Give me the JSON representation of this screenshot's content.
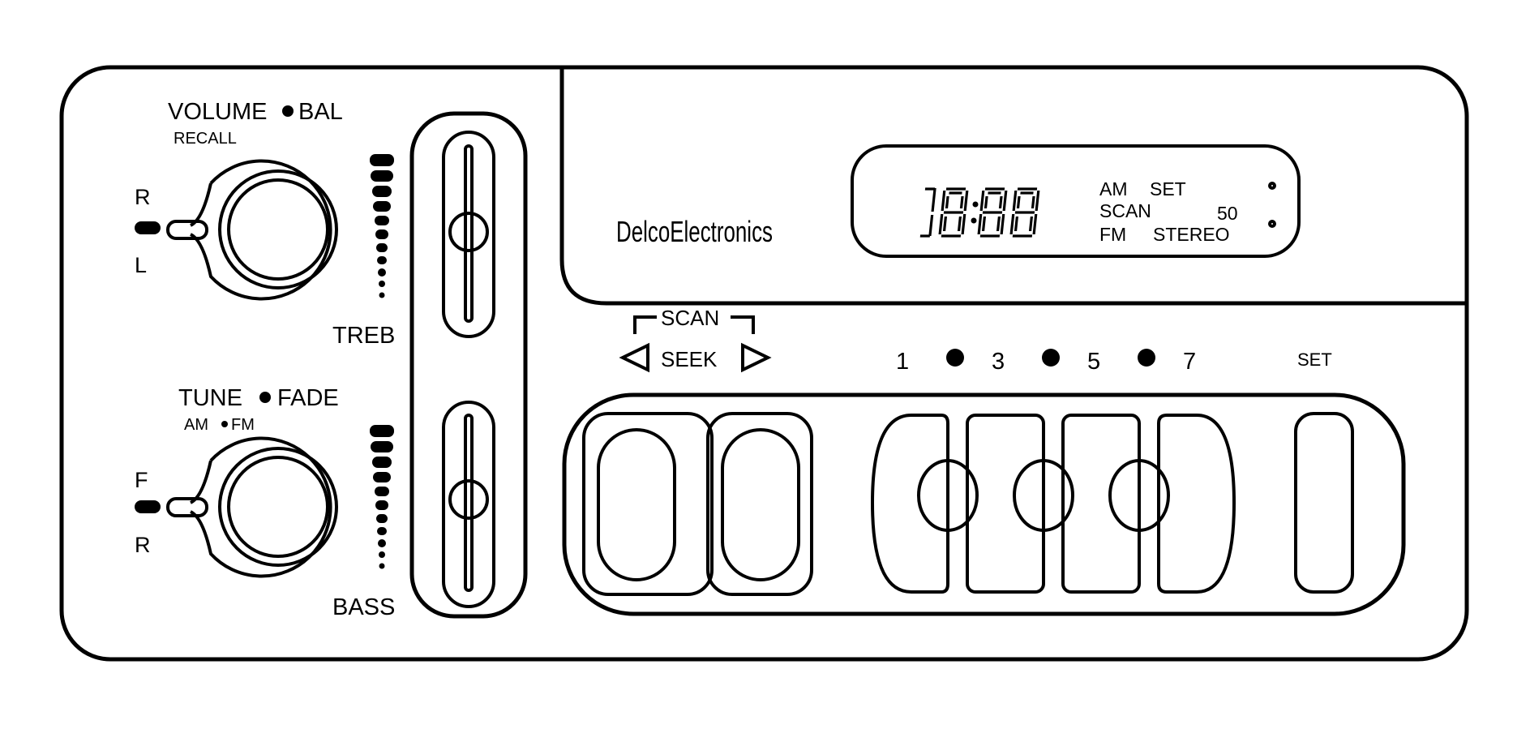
{
  "left": {
    "volume_title": "VOLUME",
    "bal_label": "BAL",
    "recall_label": "RECALL",
    "bal_right_label": "R",
    "bal_left_label": "L",
    "treb_label": "TREB",
    "tune_title": "TUNE",
    "fade_label": "FADE",
    "am_label": "AM",
    "fm_label": "FM",
    "fade_front_label": "F",
    "fade_rear_label": "R",
    "bass_label": "BASS"
  },
  "display": {
    "brand": "DelcoElectronics",
    "indicator_am": "AM",
    "indicator_set": "SET",
    "indicator_scan": "SCAN",
    "indicator_50": "50",
    "indicator_fm": "FM",
    "indicator_stereo": "STEREO"
  },
  "controls": {
    "scan_label": "SCAN",
    "seek_label": "SEEK",
    "presets": [
      "1",
      "3",
      "5",
      "7"
    ],
    "set_label": "SET"
  }
}
